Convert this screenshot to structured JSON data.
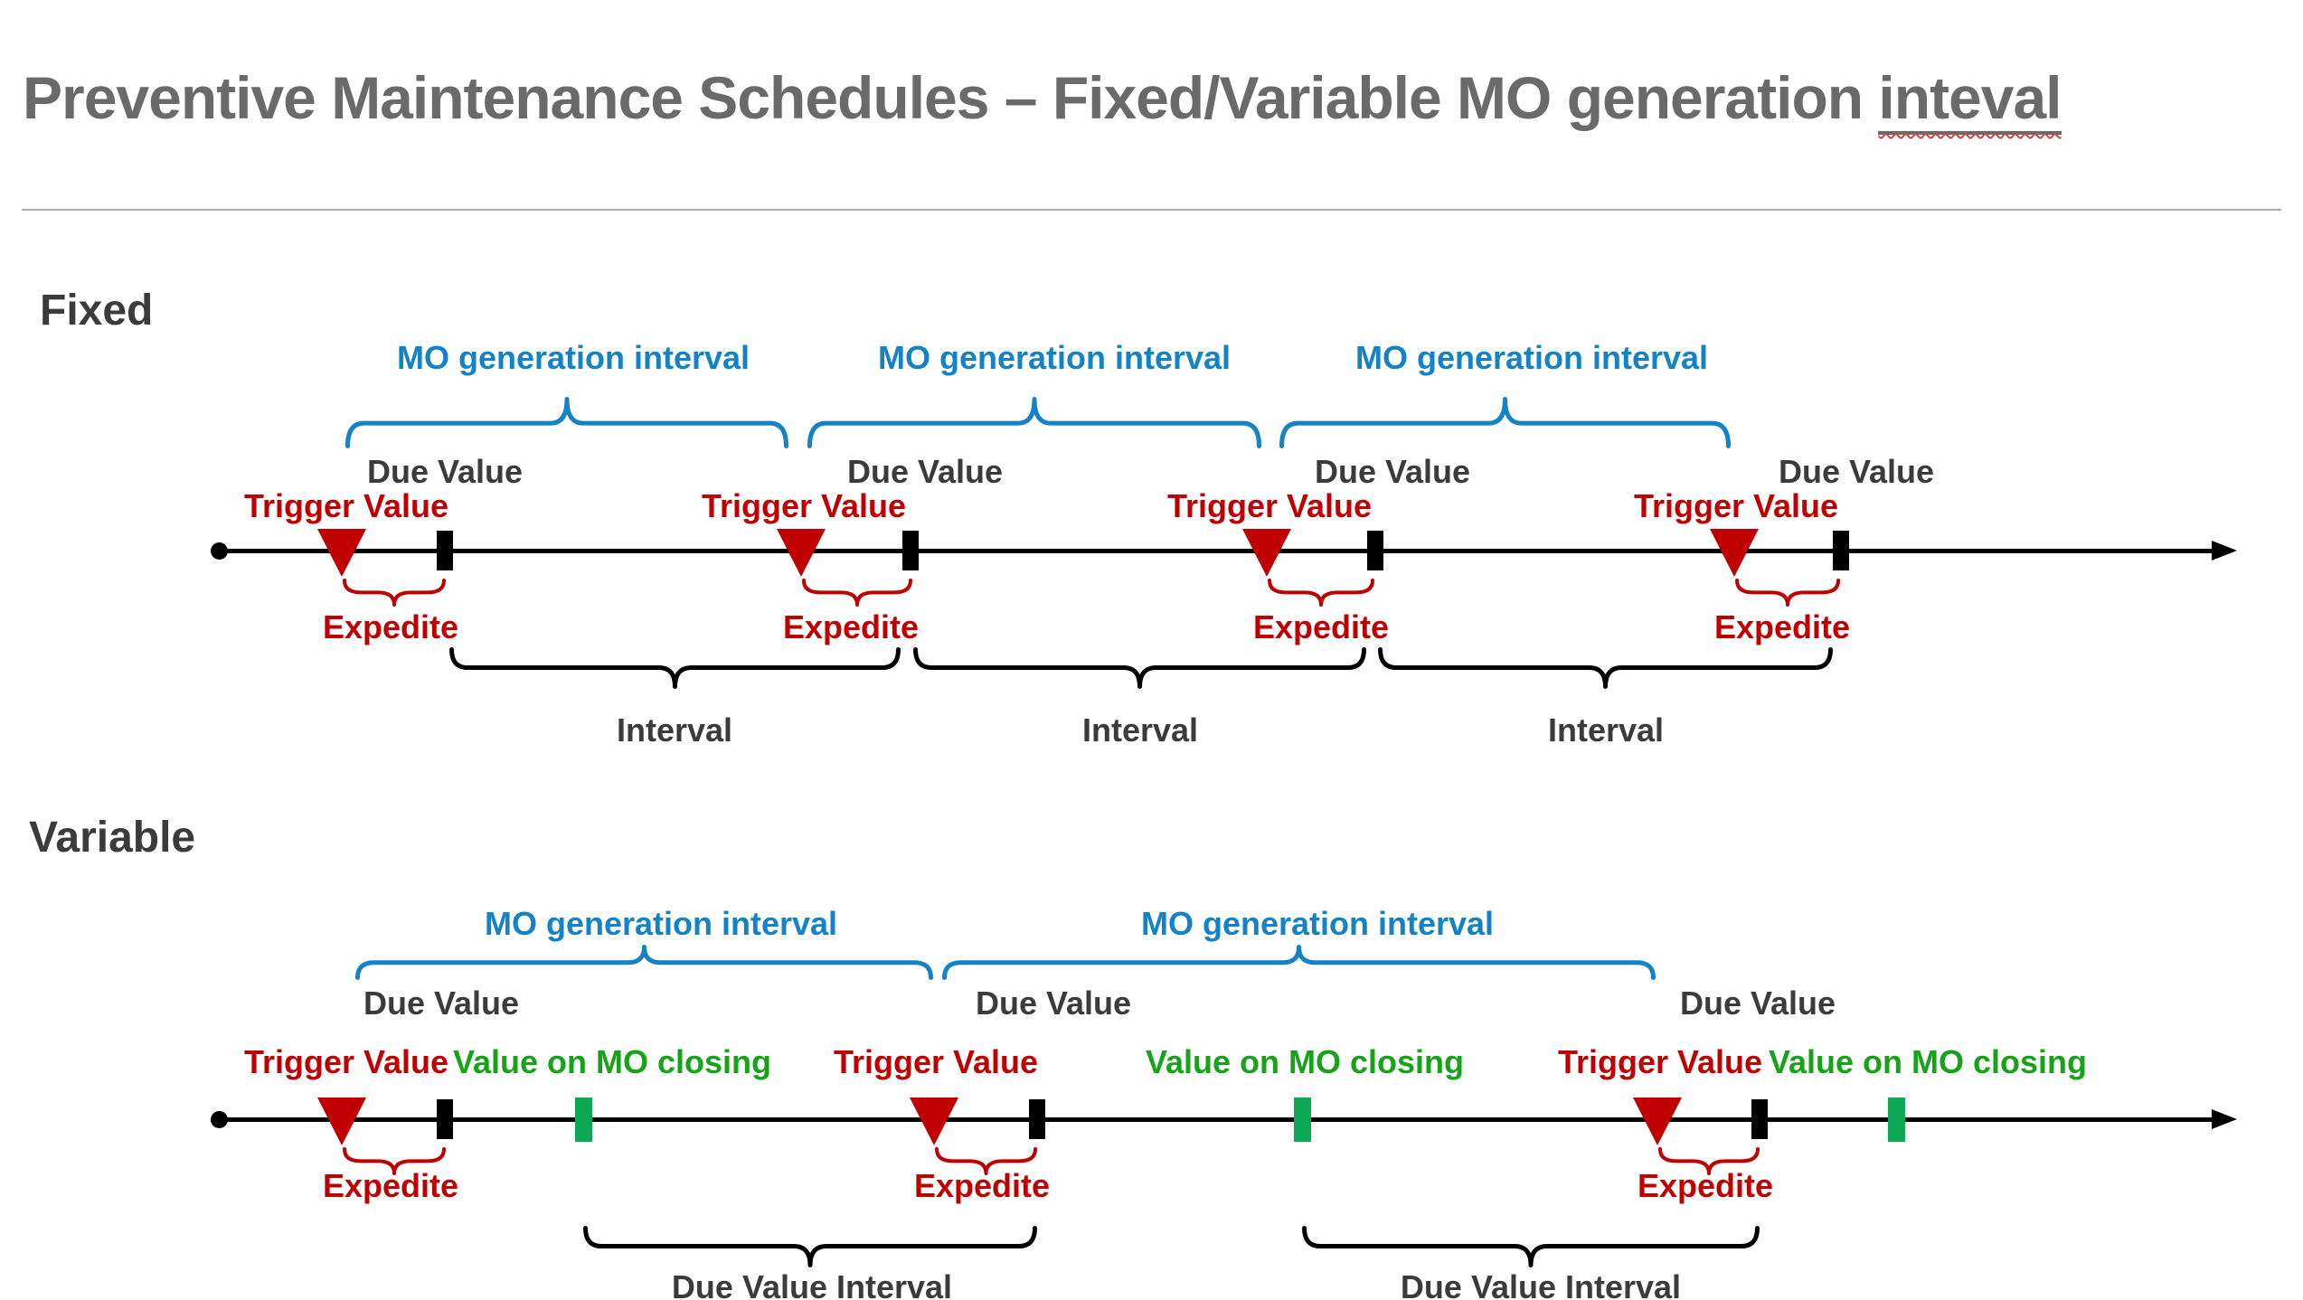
{
  "title": {
    "text": "Preventive Maintenance Schedules – Fixed/Variable MO generation ",
    "misspelled_word": "inteval"
  },
  "sections": {
    "fixed": {
      "heading": "Fixed"
    },
    "variable": {
      "heading": "Variable"
    }
  },
  "labels": {
    "mo_generation_interval": "MO generation interval",
    "due_value": "Due Value",
    "trigger_value": "Trigger Value",
    "expedite": "Expedite",
    "interval": "Interval",
    "value_on_mo_closing": "Value on MO closing",
    "due_value_interval": "Due Value Interval"
  },
  "colors": {
    "title_gray": "#6A6A6A",
    "text_dark": "#3B3B3B",
    "blue": "#1482C6",
    "red": "#C00000",
    "green_text": "#17A317",
    "green_marker": "#0CA853",
    "black": "#000000",
    "divider_gray": "#A9A9A9",
    "squiggle_red": "#CC4444"
  }
}
